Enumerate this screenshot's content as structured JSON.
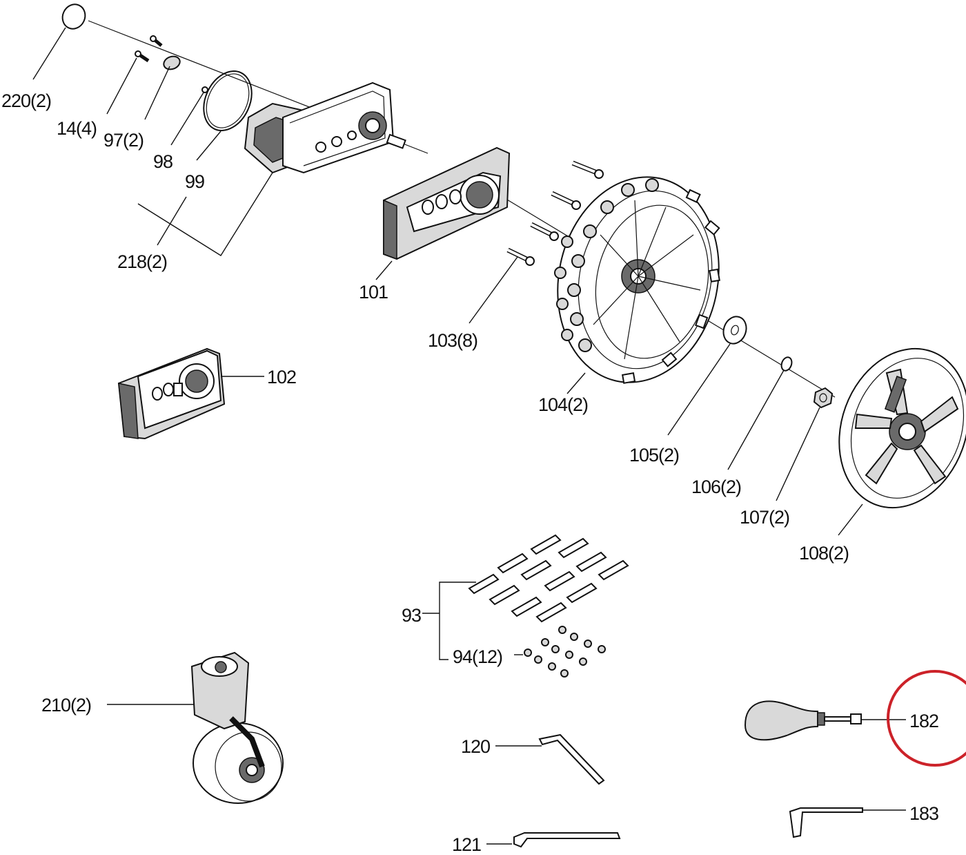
{
  "callouts": {
    "p220": "220(2)",
    "p14": "14(4)",
    "p97": "97(2)",
    "p98": "98",
    "p99": "99",
    "p218": "218(2)",
    "p101": "101",
    "p102": "102",
    "p103": "103(8)",
    "p104": "104(2)",
    "p105": "105(2)",
    "p106": "106(2)",
    "p107": "107(2)",
    "p108": "108(2)",
    "p93": "93",
    "p94": "94(12)",
    "p210": "210(2)",
    "p120": "120",
    "p121": "121",
    "p182": "182",
    "p183": "183"
  },
  "highlight": {
    "target": "182",
    "color": "#cc2229"
  },
  "colors": {
    "line": "#111111",
    "part_fill": "#d9d9d9",
    "dark_fill": "#6a6a6a"
  }
}
